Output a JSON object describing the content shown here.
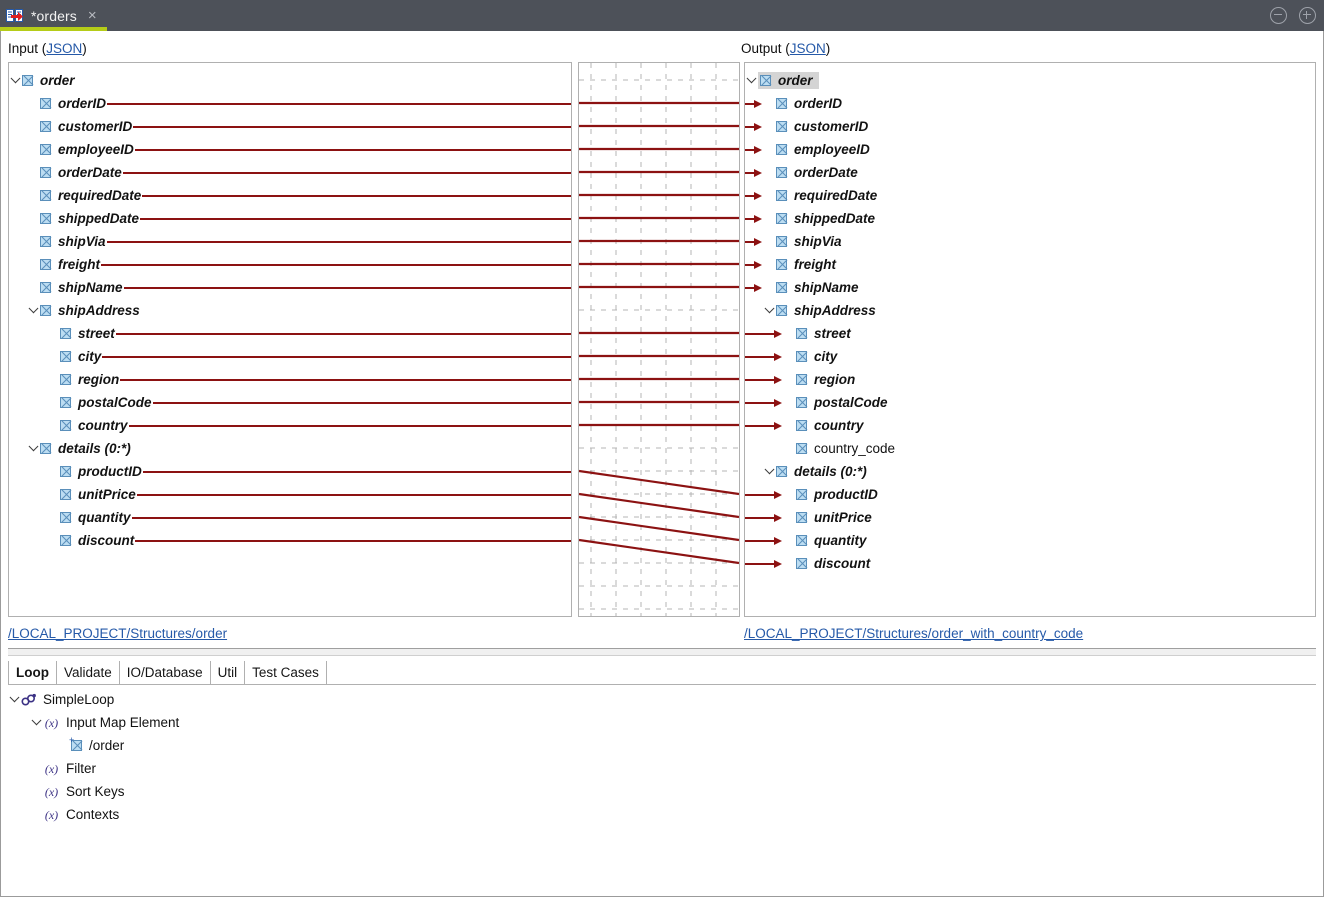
{
  "window": {
    "tab_title": "*orders",
    "tab_icon": "map-transform-icon",
    "close_icon": "×",
    "minimize_label": "minimize",
    "maximize_label": "maximize"
  },
  "headers": {
    "input_label": "Input (",
    "input_link": "JSON",
    "input_label_end": ")",
    "output_label": "Output (",
    "output_link": "JSON",
    "output_label_end": ")"
  },
  "paths": {
    "input_path": "/LOCAL_PROJECT/Structures/order",
    "output_path": "/LOCAL_PROJECT/Structures/order_with_country_code"
  },
  "input_tree": [
    {
      "label": "order",
      "indent": 0,
      "twisty": true,
      "mapped": true,
      "connector": false
    },
    {
      "label": "orderID",
      "indent": 1,
      "twisty": false,
      "mapped": true,
      "connector": true
    },
    {
      "label": "customerID",
      "indent": 1,
      "twisty": false,
      "mapped": true,
      "connector": true
    },
    {
      "label": "employeeID",
      "indent": 1,
      "twisty": false,
      "mapped": true,
      "connector": true
    },
    {
      "label": "orderDate",
      "indent": 1,
      "twisty": false,
      "mapped": true,
      "connector": true
    },
    {
      "label": "requiredDate",
      "indent": 1,
      "twisty": false,
      "mapped": true,
      "connector": true
    },
    {
      "label": "shippedDate",
      "indent": 1,
      "twisty": false,
      "mapped": true,
      "connector": true
    },
    {
      "label": "shipVia",
      "indent": 1,
      "twisty": false,
      "mapped": true,
      "connector": true
    },
    {
      "label": "freight",
      "indent": 1,
      "twisty": false,
      "mapped": true,
      "connector": true
    },
    {
      "label": "shipName",
      "indent": 1,
      "twisty": false,
      "mapped": true,
      "connector": true
    },
    {
      "label": "shipAddress",
      "indent": 1,
      "twisty": true,
      "mapped": true,
      "connector": false
    },
    {
      "label": "street",
      "indent": 2,
      "twisty": false,
      "mapped": true,
      "connector": true
    },
    {
      "label": "city",
      "indent": 2,
      "twisty": false,
      "mapped": true,
      "connector": true
    },
    {
      "label": "region",
      "indent": 2,
      "twisty": false,
      "mapped": true,
      "connector": true
    },
    {
      "label": "postalCode",
      "indent": 2,
      "twisty": false,
      "mapped": true,
      "connector": true
    },
    {
      "label": "country",
      "indent": 2,
      "twisty": false,
      "mapped": true,
      "connector": true
    },
    {
      "label": "details (0:*)",
      "indent": 1,
      "twisty": true,
      "mapped": true,
      "connector": false
    },
    {
      "label": "productID",
      "indent": 2,
      "twisty": false,
      "mapped": true,
      "connector": true
    },
    {
      "label": "unitPrice",
      "indent": 2,
      "twisty": false,
      "mapped": true,
      "connector": true
    },
    {
      "label": "quantity",
      "indent": 2,
      "twisty": false,
      "mapped": true,
      "connector": true
    },
    {
      "label": "discount",
      "indent": 2,
      "twisty": false,
      "mapped": true,
      "connector": true
    }
  ],
  "output_tree": [
    {
      "label": "order",
      "indent": 0,
      "twisty": true,
      "mapped": true,
      "connector": false,
      "selected": true
    },
    {
      "label": "orderID",
      "indent": 1,
      "twisty": false,
      "mapped": true,
      "connector": true,
      "selected": false
    },
    {
      "label": "customerID",
      "indent": 1,
      "twisty": false,
      "mapped": true,
      "connector": true,
      "selected": false
    },
    {
      "label": "employeeID",
      "indent": 1,
      "twisty": false,
      "mapped": true,
      "connector": true,
      "selected": false
    },
    {
      "label": "orderDate",
      "indent": 1,
      "twisty": false,
      "mapped": true,
      "connector": true,
      "selected": false
    },
    {
      "label": "requiredDate",
      "indent": 1,
      "twisty": false,
      "mapped": true,
      "connector": true,
      "selected": false
    },
    {
      "label": "shippedDate",
      "indent": 1,
      "twisty": false,
      "mapped": true,
      "connector": true,
      "selected": false
    },
    {
      "label": "shipVia",
      "indent": 1,
      "twisty": false,
      "mapped": true,
      "connector": true,
      "selected": false
    },
    {
      "label": "freight",
      "indent": 1,
      "twisty": false,
      "mapped": true,
      "connector": true,
      "selected": false
    },
    {
      "label": "shipName",
      "indent": 1,
      "twisty": false,
      "mapped": true,
      "connector": true,
      "selected": false
    },
    {
      "label": "shipAddress",
      "indent": 1,
      "twisty": true,
      "mapped": true,
      "connector": false,
      "selected": false
    },
    {
      "label": "street",
      "indent": 2,
      "twisty": false,
      "mapped": true,
      "connector": true,
      "selected": false
    },
    {
      "label": "city",
      "indent": 2,
      "twisty": false,
      "mapped": true,
      "connector": true,
      "selected": false
    },
    {
      "label": "region",
      "indent": 2,
      "twisty": false,
      "mapped": true,
      "connector": true,
      "selected": false
    },
    {
      "label": "postalCode",
      "indent": 2,
      "twisty": false,
      "mapped": true,
      "connector": true,
      "selected": false
    },
    {
      "label": "country",
      "indent": 2,
      "twisty": false,
      "mapped": true,
      "connector": true,
      "selected": false
    },
    {
      "label": "country_code",
      "indent": 2,
      "twisty": false,
      "mapped": false,
      "connector": false,
      "selected": false
    },
    {
      "label": "details (0:*)",
      "indent": 1,
      "twisty": true,
      "mapped": true,
      "connector": false,
      "selected": false
    },
    {
      "label": "productID",
      "indent": 2,
      "twisty": false,
      "mapped": true,
      "connector": true,
      "selected": false
    },
    {
      "label": "unitPrice",
      "indent": 2,
      "twisty": false,
      "mapped": true,
      "connector": true,
      "selected": false
    },
    {
      "label": "quantity",
      "indent": 2,
      "twisty": false,
      "mapped": true,
      "connector": true,
      "selected": false
    },
    {
      "label": "discount",
      "indent": 2,
      "twisty": false,
      "mapped": true,
      "connector": true,
      "selected": false
    }
  ],
  "connections": [
    {
      "from": "orderID",
      "to": "orderID"
    },
    {
      "from": "customerID",
      "to": "customerID"
    },
    {
      "from": "employeeID",
      "to": "employeeID"
    },
    {
      "from": "orderDate",
      "to": "orderDate"
    },
    {
      "from": "requiredDate",
      "to": "requiredDate"
    },
    {
      "from": "shippedDate",
      "to": "shippedDate"
    },
    {
      "from": "shipVia",
      "to": "shipVia"
    },
    {
      "from": "freight",
      "to": "freight"
    },
    {
      "from": "shipName",
      "to": "shipName"
    },
    {
      "from": "street",
      "to": "street"
    },
    {
      "from": "city",
      "to": "city"
    },
    {
      "from": "region",
      "to": "region"
    },
    {
      "from": "postalCode",
      "to": "postalCode"
    },
    {
      "from": "country",
      "to": "country"
    },
    {
      "from": "productID",
      "to": "productID"
    },
    {
      "from": "unitPrice",
      "to": "unitPrice"
    },
    {
      "from": "quantity",
      "to": "quantity"
    },
    {
      "from": "discount",
      "to": "discount"
    }
  ],
  "bottom_tabs": [
    {
      "label": "Loop",
      "active": true
    },
    {
      "label": "Validate",
      "active": false
    },
    {
      "label": "IO/Database",
      "active": false
    },
    {
      "label": "Util",
      "active": false
    },
    {
      "label": "Test Cases",
      "active": false
    }
  ],
  "bottom_tree": [
    {
      "label": "SimpleLoop",
      "indent": 0,
      "twisty": true,
      "icon": "loop-icon"
    },
    {
      "label": "Input Map Element",
      "indent": 1,
      "twisty": true,
      "icon": "fx-icon"
    },
    {
      "label": "/order",
      "indent": 2,
      "twisty": false,
      "icon": "map-element-icon"
    },
    {
      "label": "Filter",
      "indent": 1,
      "twisty": false,
      "icon": "fx-icon"
    },
    {
      "label": "Sort Keys",
      "indent": 1,
      "twisty": false,
      "icon": "fx-icon"
    },
    {
      "label": "Contexts",
      "indent": 1,
      "twisty": false,
      "icon": "fx-icon"
    }
  ],
  "colors": {
    "titlebar": "#4d5159",
    "tab_accent": "#b5cc18",
    "connector": "#8c1212",
    "link": "#2559a8",
    "checkbox_fill": "#bcddf2",
    "checkbox_border": "#5a8fba",
    "selection": "#d4d4d4",
    "grid_dash": "#b4b4b4"
  }
}
